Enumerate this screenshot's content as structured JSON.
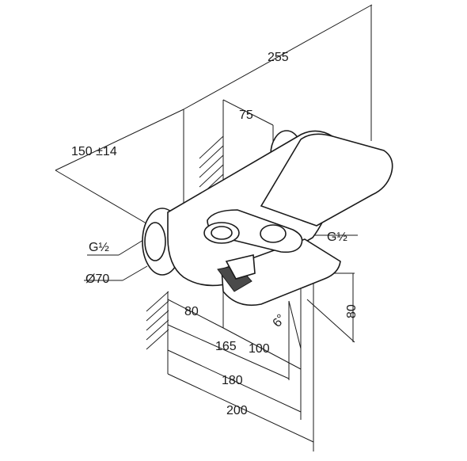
{
  "drawing": {
    "dimensions": {
      "overall_length": "255",
      "spout_offset": "75",
      "wall_distance": "150 ±14",
      "inlet_thread_left": "G½",
      "escutcheon_diameter": "Ø70",
      "outlet_thread": "G½",
      "d80_horizontal": "80",
      "d165": "165",
      "d100": "100",
      "d180": "180",
      "d200": "200",
      "d80_vertical": "80",
      "angle": "6°"
    }
  }
}
